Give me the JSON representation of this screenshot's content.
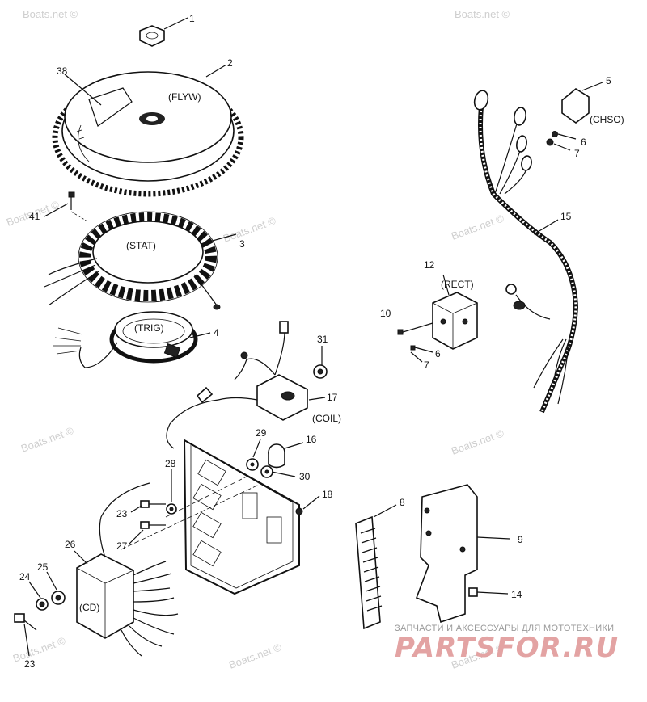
{
  "watermark": "Boats.net ©",
  "callouts": {
    "c1": "1",
    "c2": "2",
    "c38": "38",
    "c41": "41",
    "c3": "3",
    "c4": "4",
    "c5": "5",
    "c6a": "6",
    "c7a": "7",
    "c15": "15",
    "c12": "12",
    "c10": "10",
    "c6b": "6",
    "c7b": "7",
    "c31": "31",
    "c17": "17",
    "c16": "16",
    "c29": "29",
    "c28": "28",
    "c30": "30",
    "c18": "18",
    "c23a": "23",
    "c27": "27",
    "c26": "26",
    "c25": "25",
    "c24": "24",
    "c23b": "23",
    "c8": "8",
    "c9": "9",
    "c14": "14"
  },
  "tags": {
    "flyw": "(FLYW)",
    "stat": "(STAT)",
    "trig": "(TRIG)",
    "chso": "(CHSO)",
    "rect": "(RECT)",
    "coil": "(COIL)",
    "cd": "(CD)"
  },
  "brand": {
    "tagline": "ЗАПЧАСТИ И АКСЕССУАРЫ ДЛЯ МОТОТЕХНИКИ",
    "logo": "PARTSFOR.RU"
  }
}
